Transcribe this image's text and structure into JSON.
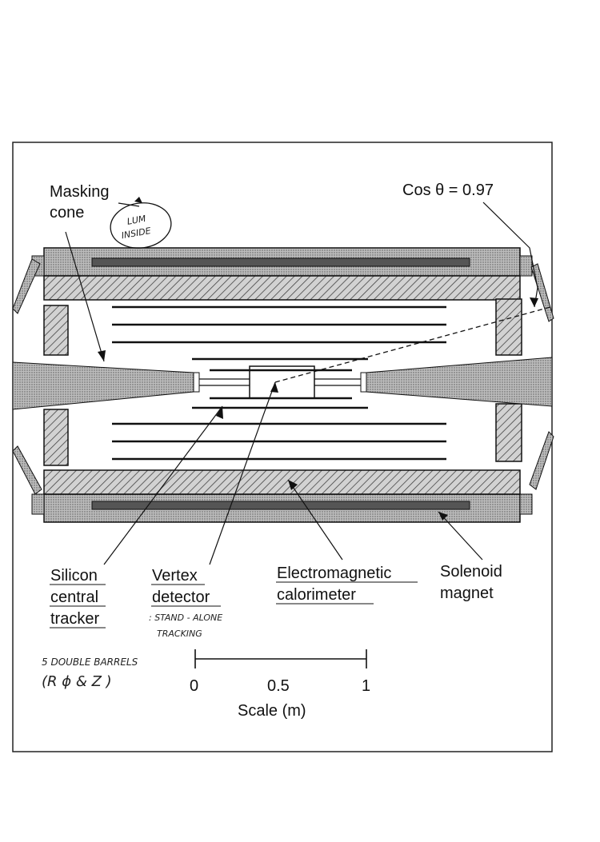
{
  "labels": {
    "masking_cone": [
      "Masking",
      "cone"
    ],
    "cos_theta": "Cos θ = 0.97",
    "silicon_tracker": [
      "Silicon",
      "central",
      "tracker"
    ],
    "vertex_detector": [
      "Vertex",
      "detector"
    ],
    "em_calorimeter": [
      "Electromagnetic",
      "calorimeter"
    ],
    "solenoid_magnet": [
      "Solenoid",
      "magnet"
    ]
  },
  "handwritten": {
    "lum_inside": [
      "LUM",
      "INSIDE"
    ],
    "stand_alone": [
      ": STAND - ALONE",
      "TRACKING"
    ],
    "double_barrels": [
      "5 DOUBLE BARRELS",
      "(R ϕ & Z )"
    ]
  },
  "scale_bar": {
    "ticks": [
      "0",
      "0.5",
      "1"
    ],
    "title": "Scale (m)"
  },
  "colors": {
    "ink": "#111111",
    "hatch_fill": "#9a9a9a",
    "dark_coil": "#555555"
  }
}
